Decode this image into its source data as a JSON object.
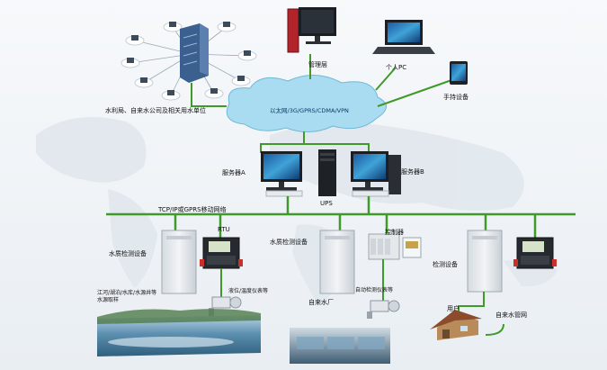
{
  "labels": {
    "water_bureau": "水利局、自来水公司及相关用水单位",
    "management": "管理层",
    "personal_pc": "个人PC",
    "handheld": "手持设备",
    "cloud": "以太网/3G/GPRS/CDMA/VPN",
    "server_a": "服务器A",
    "server_b": "服务器B",
    "ups": "UPS",
    "network": "TCP/IP或GPRS移动网络",
    "rtu": "RTU",
    "water_quality_1": "水质检测设备",
    "water_quality_2": "水质检测设备",
    "detection_device": "检测设备",
    "controller": "控制器",
    "level_meter": "液位/温度仪表等",
    "auto_meter": "自动检测仪表等",
    "water_source": "江河/湖泊/水库/水源井等水源取样",
    "water_plant": "自来水厂",
    "user": "用户",
    "pipe_network": "自来水管网"
  },
  "colors": {
    "network_line": "#3f9a2a",
    "cloud_fill": "#a9dcf0",
    "cloud_stroke": "#6fb9d9",
    "cabinet": "#e8ecef",
    "rtu_body": "#2a2a2a",
    "rtu_accent": "#c9302c",
    "server_blue": "#3b5f8f"
  }
}
